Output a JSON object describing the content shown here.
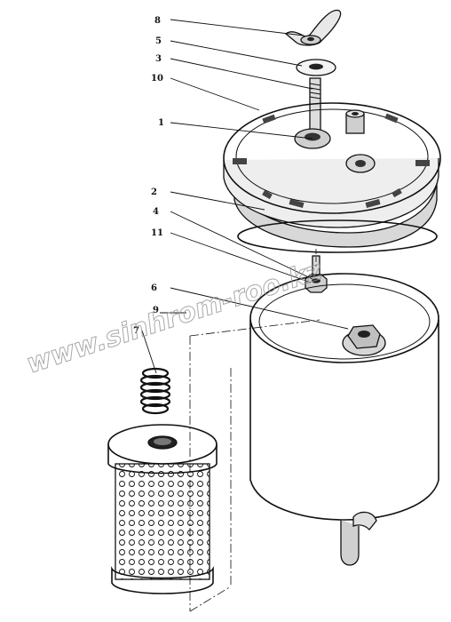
{
  "callouts": [
    {
      "id": "c8",
      "label": "8"
    },
    {
      "id": "c5",
      "label": "5"
    },
    {
      "id": "c3",
      "label": "3"
    },
    {
      "id": "c10",
      "label": "10"
    },
    {
      "id": "c1",
      "label": "1"
    },
    {
      "id": "c2",
      "label": "2"
    },
    {
      "id": "c4",
      "label": "4"
    },
    {
      "id": "c11",
      "label": "11"
    },
    {
      "id": "c6",
      "label": "6"
    },
    {
      "id": "c9",
      "label": "9"
    },
    {
      "id": "c7",
      "label": "7"
    }
  ],
  "watermark": "www.sinhrom-roo.kz"
}
